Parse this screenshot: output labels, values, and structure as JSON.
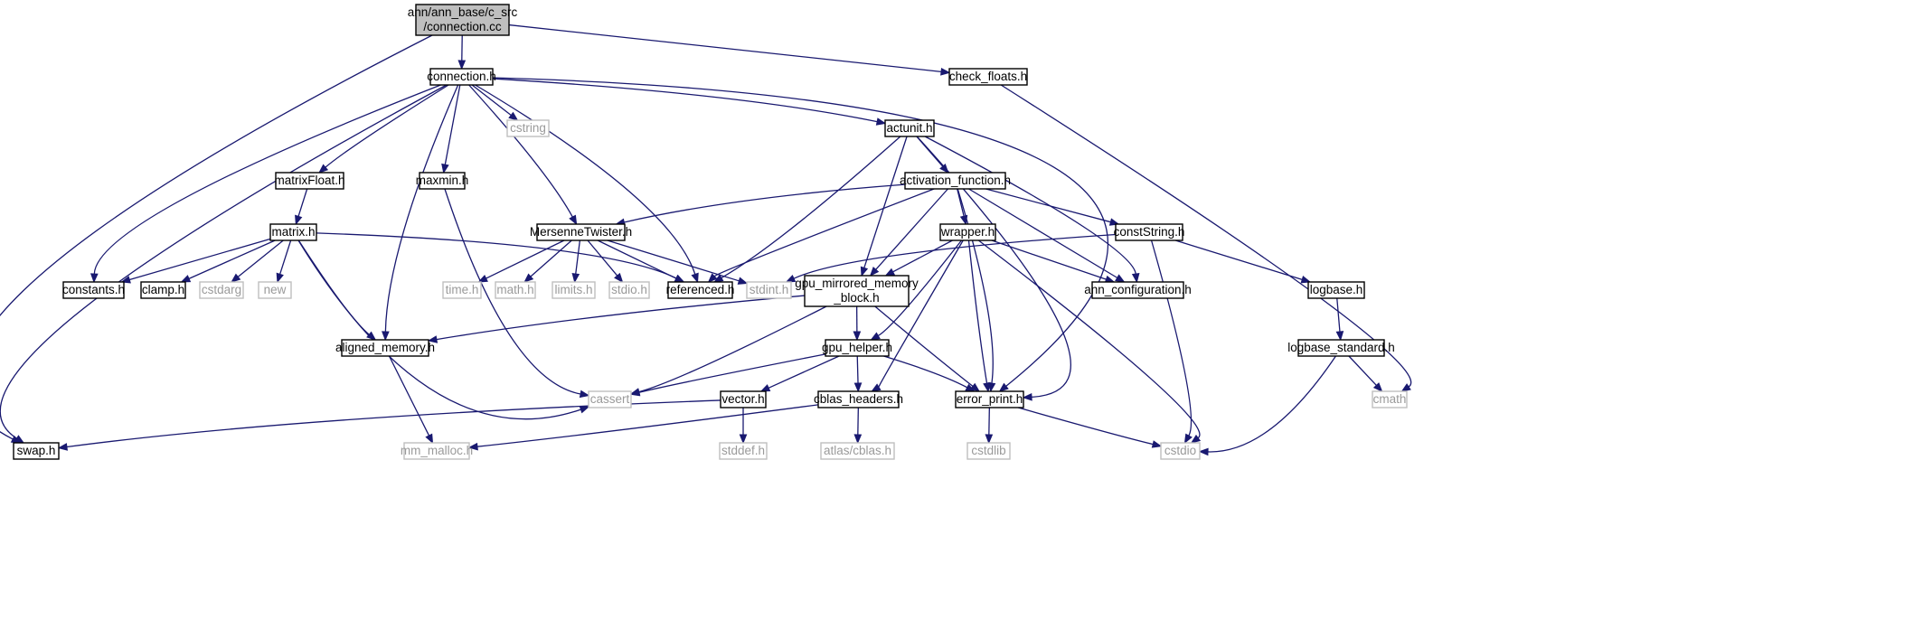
{
  "diagram": {
    "colors": {
      "edge": "#191970",
      "root_fill": "#bfbfbf",
      "node_border": "#000000",
      "system_border": "#bfbfbf",
      "system_text": "#9a9a9a",
      "text": "#000000"
    },
    "nodes": [
      {
        "id": "root",
        "lines": [
          "ann/ann_base/c_src",
          "/connection.cc"
        ],
        "kind": "root"
      },
      {
        "id": "connection_h",
        "lines": [
          "connection.h"
        ],
        "kind": "header"
      },
      {
        "id": "check_floats_h",
        "lines": [
          "check_floats.h"
        ],
        "kind": "header"
      },
      {
        "id": "cstring",
        "lines": [
          "cstring"
        ],
        "kind": "system"
      },
      {
        "id": "actunit_h",
        "lines": [
          "actunit.h"
        ],
        "kind": "header"
      },
      {
        "id": "matrixFloat_h",
        "lines": [
          "matrixFloat.h"
        ],
        "kind": "header"
      },
      {
        "id": "maxmin_h",
        "lines": [
          "maxmin.h"
        ],
        "kind": "header"
      },
      {
        "id": "activation_function_h",
        "lines": [
          "activation_function.h"
        ],
        "kind": "header"
      },
      {
        "id": "matrix_h",
        "lines": [
          "matrix.h"
        ],
        "kind": "header"
      },
      {
        "id": "MersenneTwister_h",
        "lines": [
          "MersenneTwister.h"
        ],
        "kind": "header"
      },
      {
        "id": "wrapper_h",
        "lines": [
          "wrapper.h"
        ],
        "kind": "header"
      },
      {
        "id": "constString_h",
        "lines": [
          "constString.h"
        ],
        "kind": "header"
      },
      {
        "id": "constants_h",
        "lines": [
          "constants.h"
        ],
        "kind": "header"
      },
      {
        "id": "clamp_h",
        "lines": [
          "clamp.h"
        ],
        "kind": "header"
      },
      {
        "id": "cstdarg",
        "lines": [
          "cstdarg"
        ],
        "kind": "system"
      },
      {
        "id": "new",
        "lines": [
          "new"
        ],
        "kind": "system"
      },
      {
        "id": "time_h",
        "lines": [
          "time.h"
        ],
        "kind": "system"
      },
      {
        "id": "math_h",
        "lines": [
          "math.h"
        ],
        "kind": "system"
      },
      {
        "id": "limits_h",
        "lines": [
          "limits.h"
        ],
        "kind": "system"
      },
      {
        "id": "stdio_h",
        "lines": [
          "stdio.h"
        ],
        "kind": "system"
      },
      {
        "id": "referenced_h",
        "lines": [
          "referenced.h"
        ],
        "kind": "header"
      },
      {
        "id": "stdint_h",
        "lines": [
          "stdint.h"
        ],
        "kind": "system"
      },
      {
        "id": "gpu_mirrored_memory_block_h",
        "lines": [
          "gpu_mirrored_memory",
          "_block.h"
        ],
        "kind": "header"
      },
      {
        "id": "ann_configuration_h",
        "lines": [
          "ann_configuration.h"
        ],
        "kind": "header"
      },
      {
        "id": "logbase_h",
        "lines": [
          "logbase.h"
        ],
        "kind": "header"
      },
      {
        "id": "aligned_memory_h",
        "lines": [
          "aligned_memory.h"
        ],
        "kind": "header"
      },
      {
        "id": "gpu_helper_h",
        "lines": [
          "gpu_helper.h"
        ],
        "kind": "header"
      },
      {
        "id": "logbase_standard_h",
        "lines": [
          "logbase_standard.h"
        ],
        "kind": "header"
      },
      {
        "id": "cassert",
        "lines": [
          "cassert"
        ],
        "kind": "system"
      },
      {
        "id": "vector_h",
        "lines": [
          "vector.h"
        ],
        "kind": "header"
      },
      {
        "id": "cblas_headers_h",
        "lines": [
          "cblas_headers.h"
        ],
        "kind": "header"
      },
      {
        "id": "error_print_h",
        "lines": [
          "error_print.h"
        ],
        "kind": "header"
      },
      {
        "id": "cmath",
        "lines": [
          "cmath"
        ],
        "kind": "system"
      },
      {
        "id": "swap_h",
        "lines": [
          "swap.h"
        ],
        "kind": "header"
      },
      {
        "id": "mm_malloc_h",
        "lines": [
          "mm_malloc.h"
        ],
        "kind": "system"
      },
      {
        "id": "stddef_h",
        "lines": [
          "stddef.h"
        ],
        "kind": "system"
      },
      {
        "id": "atlas_cblas_h",
        "lines": [
          "atlas/cblas.h"
        ],
        "kind": "system"
      },
      {
        "id": "cstdlib",
        "lines": [
          "cstdlib"
        ],
        "kind": "system"
      },
      {
        "id": "cstdio",
        "lines": [
          "cstdio"
        ],
        "kind": "system"
      }
    ],
    "edges": [
      [
        "root",
        "connection_h"
      ],
      [
        "root",
        "check_floats_h"
      ],
      [
        "root",
        "swap_h"
      ],
      [
        "connection_h",
        "cstring"
      ],
      [
        "connection_h",
        "actunit_h"
      ],
      [
        "connection_h",
        "matrixFloat_h"
      ],
      [
        "connection_h",
        "maxmin_h"
      ],
      [
        "connection_h",
        "MersenneTwister_h"
      ],
      [
        "connection_h",
        "constants_h"
      ],
      [
        "connection_h",
        "referenced_h"
      ],
      [
        "connection_h",
        "aligned_memory_h"
      ],
      [
        "connection_h",
        "swap_h"
      ],
      [
        "connection_h",
        "error_print_h"
      ],
      [
        "check_floats_h",
        "cmath"
      ],
      [
        "actunit_h",
        "activation_function_h"
      ],
      [
        "actunit_h",
        "referenced_h"
      ],
      [
        "actunit_h",
        "gpu_mirrored_memory_block_h"
      ],
      [
        "actunit_h",
        "ann_configuration_h"
      ],
      [
        "actunit_h",
        "error_print_h"
      ],
      [
        "matrixFloat_h",
        "matrix_h"
      ],
      [
        "maxmin_h",
        "cassert"
      ],
      [
        "activation_function_h",
        "MersenneTwister_h"
      ],
      [
        "activation_function_h",
        "referenced_h"
      ],
      [
        "activation_function_h",
        "wrapper_h"
      ],
      [
        "activation_function_h",
        "constString_h"
      ],
      [
        "activation_function_h",
        "gpu_mirrored_memory_block_h"
      ],
      [
        "activation_function_h",
        "ann_configuration_h"
      ],
      [
        "activation_function_h",
        "error_print_h"
      ],
      [
        "matrix_h",
        "constants_h"
      ],
      [
        "matrix_h",
        "clamp_h"
      ],
      [
        "matrix_h",
        "cstdarg"
      ],
      [
        "matrix_h",
        "new"
      ],
      [
        "matrix_h",
        "referenced_h"
      ],
      [
        "matrix_h",
        "aligned_memory_h"
      ],
      [
        "matrix_h",
        "cassert"
      ],
      [
        "MersenneTwister_h",
        "time_h"
      ],
      [
        "MersenneTwister_h",
        "math_h"
      ],
      [
        "MersenneTwister_h",
        "limits_h"
      ],
      [
        "MersenneTwister_h",
        "stdio_h"
      ],
      [
        "MersenneTwister_h",
        "referenced_h"
      ],
      [
        "MersenneTwister_h",
        "stdint_h"
      ],
      [
        "wrapper_h",
        "gpu_mirrored_memory_block_h"
      ],
      [
        "wrapper_h",
        "ann_configuration_h"
      ],
      [
        "wrapper_h",
        "gpu_helper_h"
      ],
      [
        "wrapper_h",
        "cblas_headers_h"
      ],
      [
        "wrapper_h",
        "error_print_h"
      ],
      [
        "wrapper_h",
        "cstdio"
      ],
      [
        "constString_h",
        "stdint_h"
      ],
      [
        "constString_h",
        "logbase_h"
      ],
      [
        "constString_h",
        "cstdio"
      ],
      [
        "gpu_mirrored_memory_block_h",
        "aligned_memory_h"
      ],
      [
        "gpu_mirrored_memory_block_h",
        "gpu_helper_h"
      ],
      [
        "gpu_mirrored_memory_block_h",
        "cassert"
      ],
      [
        "gpu_mirrored_memory_block_h",
        "error_print_h"
      ],
      [
        "logbase_h",
        "logbase_standard_h"
      ],
      [
        "aligned_memory_h",
        "mm_malloc_h"
      ],
      [
        "gpu_helper_h",
        "cassert"
      ],
      [
        "gpu_helper_h",
        "vector_h"
      ],
      [
        "gpu_helper_h",
        "cblas_headers_h"
      ],
      [
        "gpu_helper_h",
        "error_print_h"
      ],
      [
        "logbase_standard_h",
        "cmath"
      ],
      [
        "logbase_standard_h",
        "cstdio"
      ],
      [
        "vector_h",
        "swap_h"
      ],
      [
        "vector_h",
        "stddef_h"
      ],
      [
        "cblas_headers_h",
        "mm_malloc_h"
      ],
      [
        "cblas_headers_h",
        "atlas_cblas_h"
      ],
      [
        "error_print_h",
        "cstdlib"
      ],
      [
        "error_print_h",
        "cstdio"
      ]
    ]
  }
}
